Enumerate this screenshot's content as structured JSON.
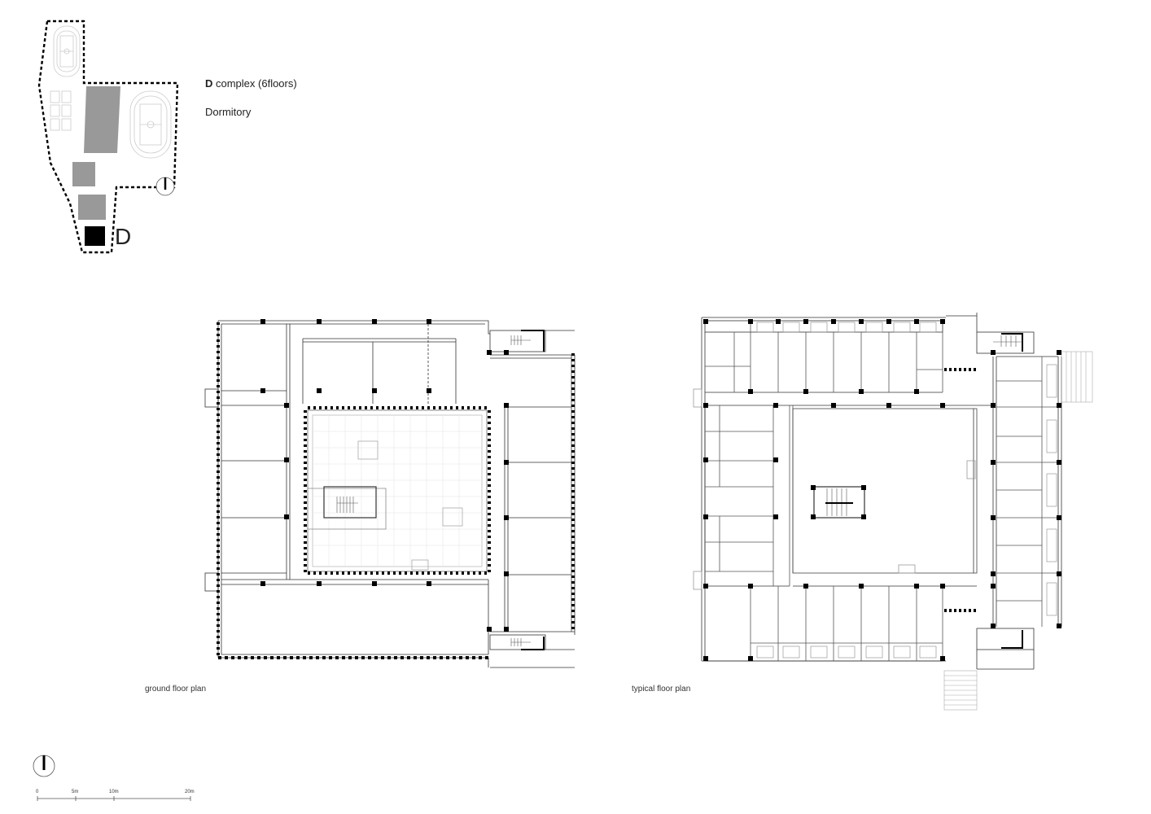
{
  "site_marker": "D",
  "heading": {
    "bold": "D",
    "rest": " complex (6floors)",
    "subtitle": "Dormitory"
  },
  "captions": {
    "ground": "ground floor plan",
    "typical": "typical floor plan"
  },
  "scale": {
    "labels": [
      "0",
      "5m",
      "10m",
      "20m"
    ]
  },
  "icons": [
    "north-arrow-icon"
  ]
}
